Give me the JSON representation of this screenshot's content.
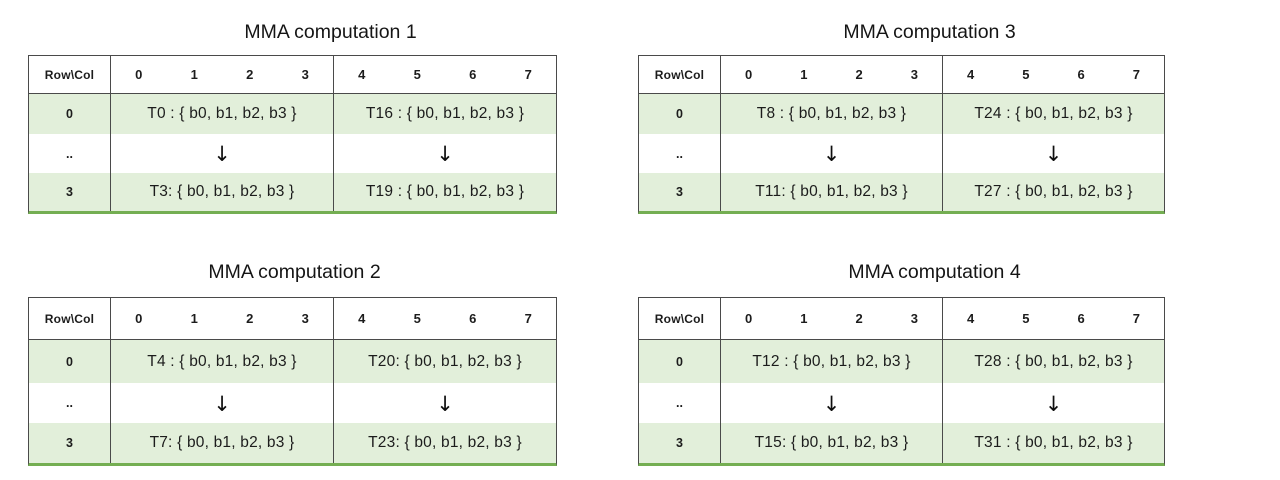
{
  "colors": {
    "row_band_green": "#e2efda",
    "table_bottom_green": "#74ae52",
    "table_line_dark": "#4a4a4a",
    "background": "#ffffff"
  },
  "header": {
    "corner_label": "Row\\Col",
    "group1_cols": [
      "0",
      "1",
      "2",
      "3"
    ],
    "group2_cols": [
      "4",
      "5",
      "6",
      "7"
    ]
  },
  "row_labels": {
    "first": "0",
    "middle": "..",
    "last": "3"
  },
  "arrow_icon": "↓",
  "tables": [
    {
      "title": "MMA computation 1",
      "row0": {
        "left": "T0 : { b0, b1, b2, b3 }",
        "right": "T16 : { b0, b1, b2, b3 }"
      },
      "row3": {
        "left": "T3: { b0, b1, b2, b3 }",
        "right": "T19 : { b0, b1, b2, b3 }"
      }
    },
    {
      "title": "MMA computation 2",
      "row0": {
        "left": "T4 : { b0, b1, b2, b3 }",
        "right": "T20: { b0, b1, b2, b3 }"
      },
      "row3": {
        "left": "T7: { b0, b1, b2, b3 }",
        "right": "T23: { b0, b1, b2, b3 }"
      }
    },
    {
      "title": "MMA computation 3",
      "row0": {
        "left": "T8 : { b0, b1, b2, b3 }",
        "right": "T24 : { b0, b1, b2, b3 }"
      },
      "row3": {
        "left": "T11: { b0, b1, b2, b3 }",
        "right": "T27 : { b0, b1, b2, b3 }"
      }
    },
    {
      "title": "MMA computation 4",
      "row0": {
        "left": "T12 : { b0, b1, b2, b3 }",
        "right": "T28 : { b0, b1, b2, b3 }"
      },
      "row3": {
        "left": "T15: { b0, b1, b2, b3 }",
        "right": "T31 : { b0, b1, b2, b3 }"
      }
    }
  ]
}
